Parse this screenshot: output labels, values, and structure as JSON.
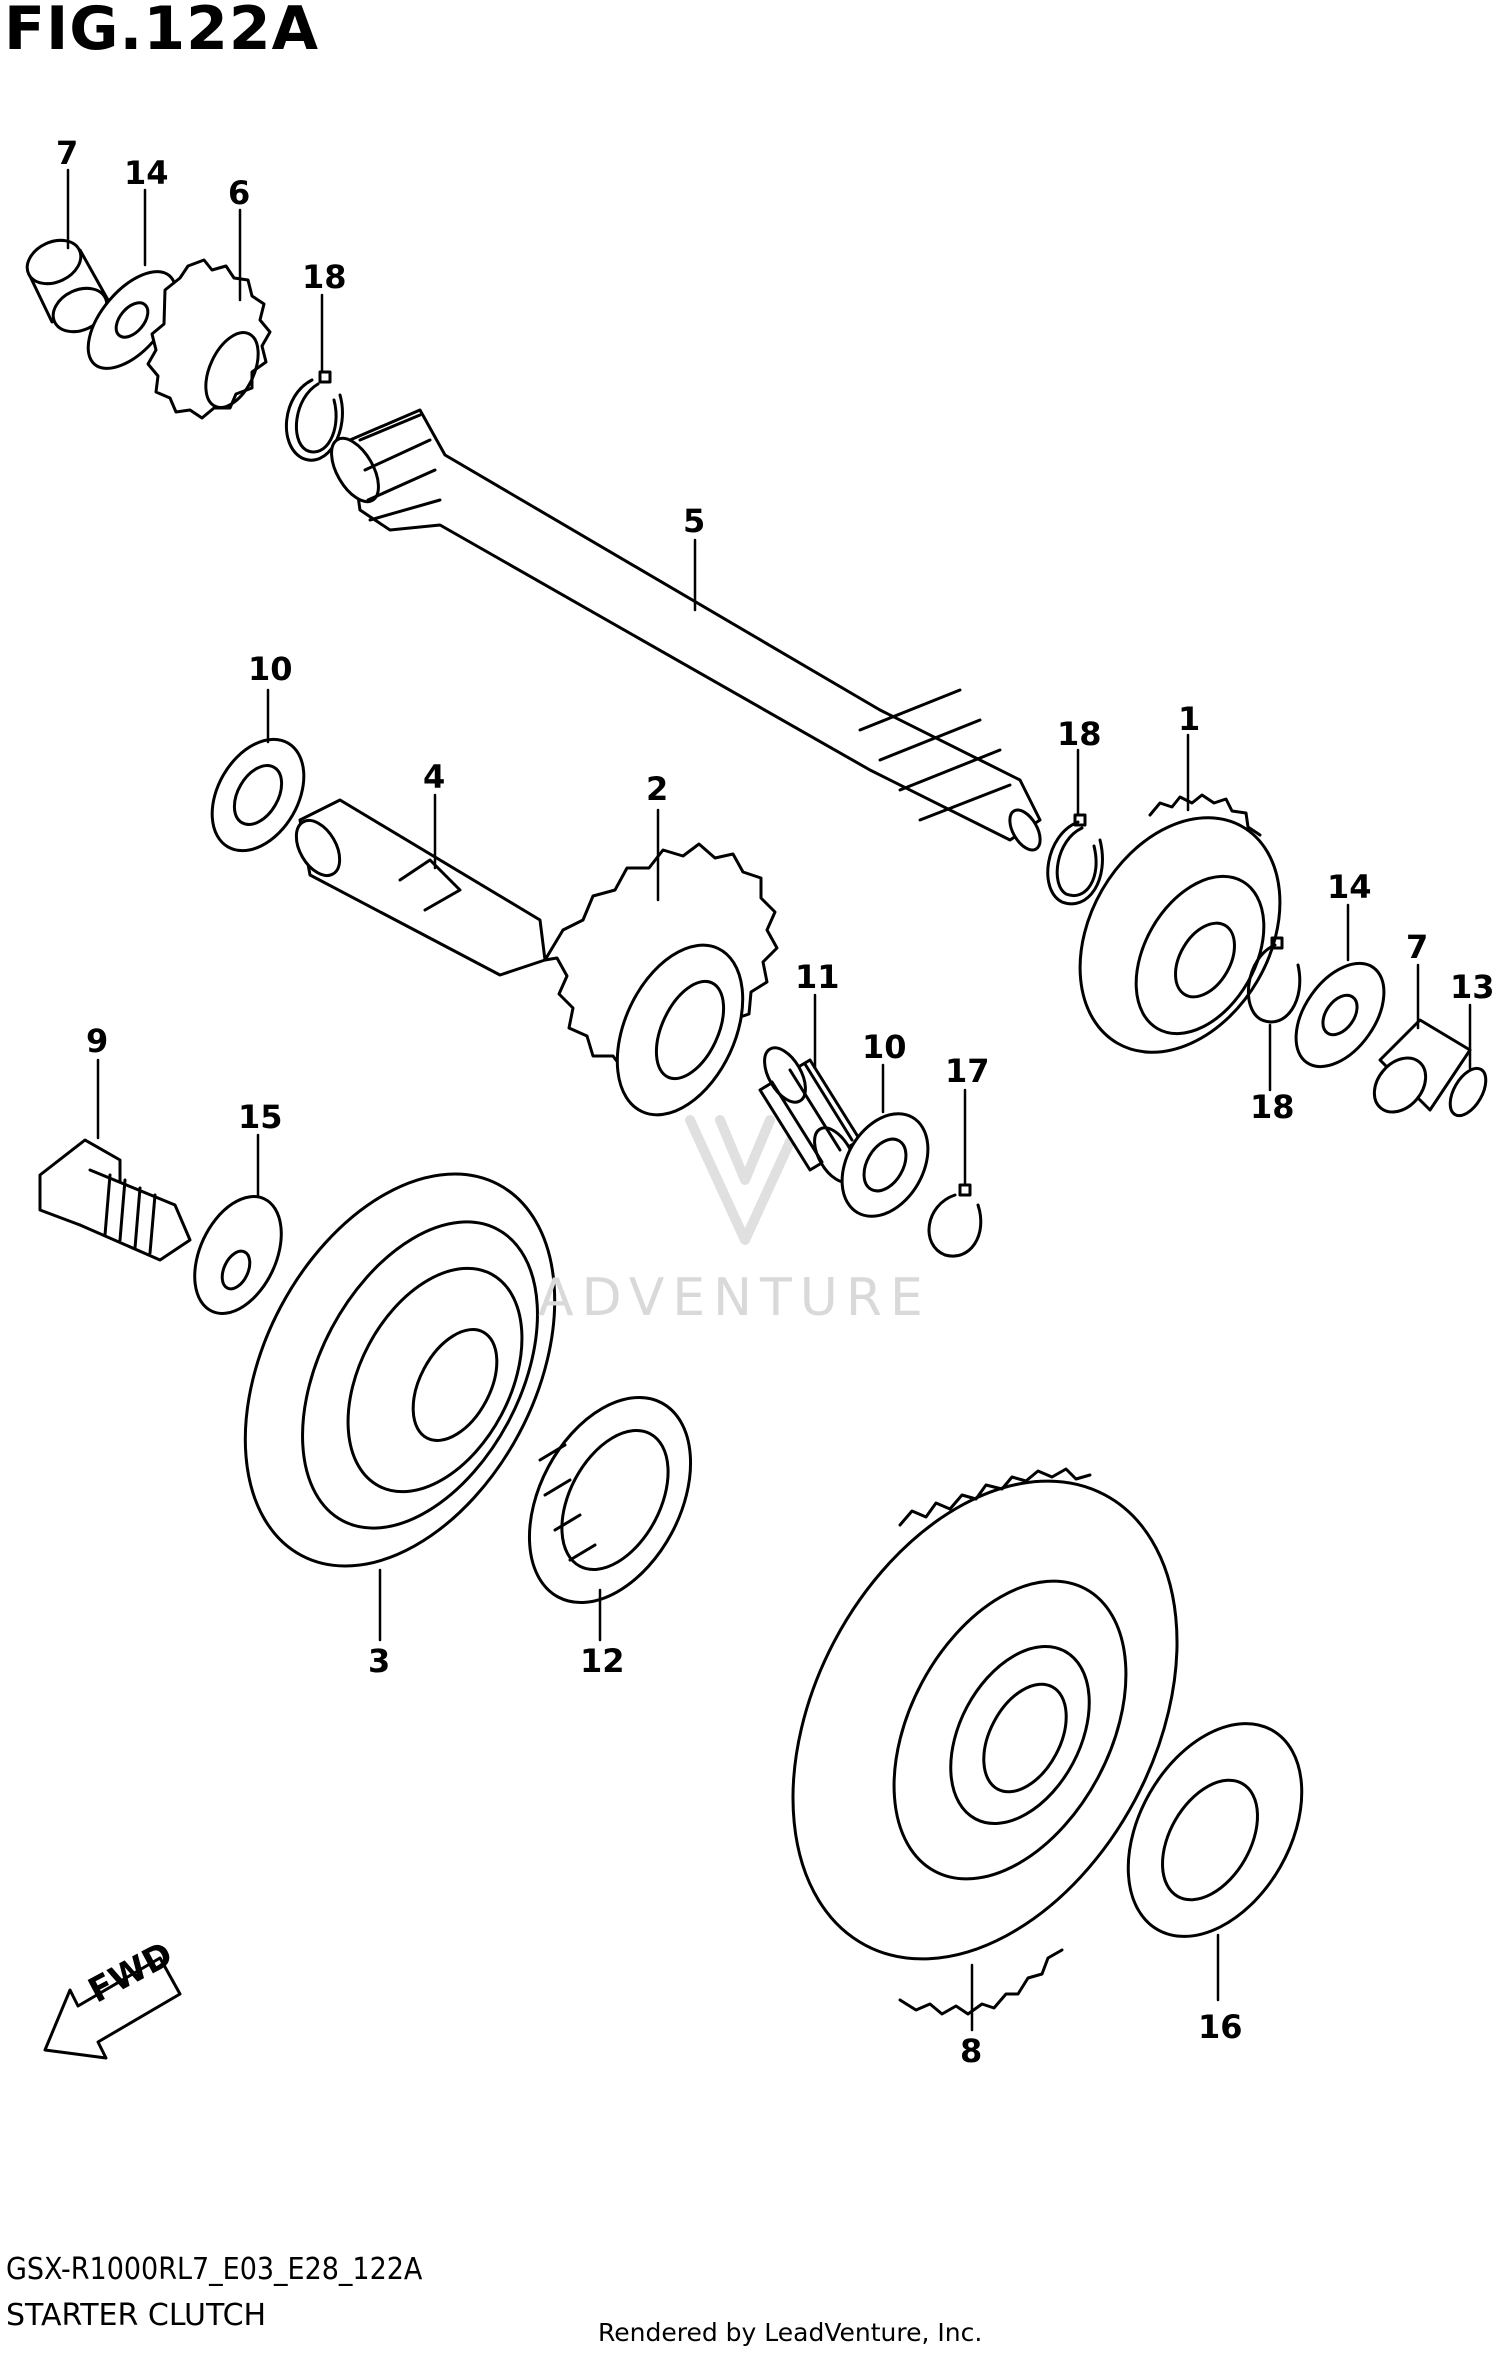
{
  "figure_title": "FIG.122A",
  "model_code": "GSX-R1000RL7_E03_E28_122A",
  "section_name": "STARTER CLUTCH",
  "credit": "Rendered by LeadVenture, Inc.",
  "watermark_text": "ADVENTURE",
  "direction_label": "FWD",
  "callouts": [
    {
      "id": "c7a",
      "label": "7"
    },
    {
      "id": "c14a",
      "label": "14"
    },
    {
      "id": "c6",
      "label": "6"
    },
    {
      "id": "c18a",
      "label": "18"
    },
    {
      "id": "c5",
      "label": "5"
    },
    {
      "id": "c10a",
      "label": "10"
    },
    {
      "id": "c4",
      "label": "4"
    },
    {
      "id": "c2",
      "label": "2"
    },
    {
      "id": "c18b",
      "label": "18"
    },
    {
      "id": "c1",
      "label": "1"
    },
    {
      "id": "c14b",
      "label": "14"
    },
    {
      "id": "c7b",
      "label": "7"
    },
    {
      "id": "c13",
      "label": "13"
    },
    {
      "id": "c18c",
      "label": "18"
    },
    {
      "id": "c9",
      "label": "9"
    },
    {
      "id": "c15",
      "label": "15"
    },
    {
      "id": "c11",
      "label": "11"
    },
    {
      "id": "c10b",
      "label": "10"
    },
    {
      "id": "c17",
      "label": "17"
    },
    {
      "id": "c3",
      "label": "3"
    },
    {
      "id": "c12",
      "label": "12"
    },
    {
      "id": "c8",
      "label": "8"
    },
    {
      "id": "c16",
      "label": "16"
    }
  ],
  "colors": {
    "line": "#000000",
    "background": "#ffffff",
    "watermark": "#d9d9d9"
  }
}
